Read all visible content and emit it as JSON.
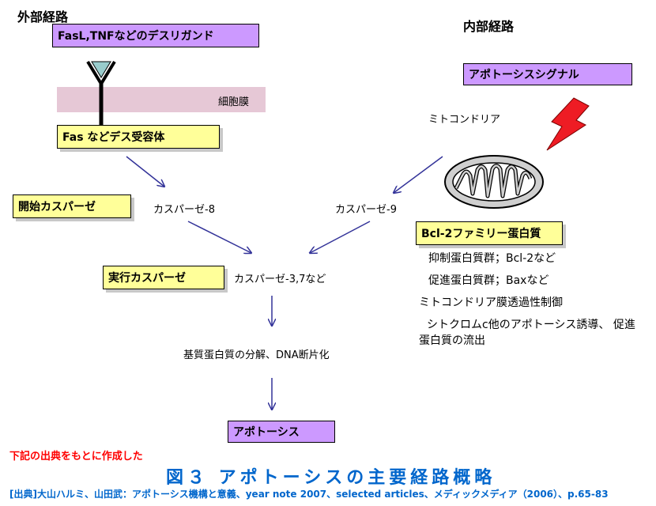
{
  "headings": {
    "extrinsic": "外部経路",
    "intrinsic": "内部経路"
  },
  "boxes": {
    "fasl": "FasL,TNFなどのデスリガンド",
    "apoptosis_signal": "アポトーシスシグナル",
    "fas_receptor": "Fas などデス受容体",
    "initiator": "開始カスパーゼ",
    "bcl2": "Bcl-2ファミリー蛋白質",
    "executioner": "実行カスパーゼ",
    "apoptosis": "アポトーシス"
  },
  "labels": {
    "membrane": "細胞膜",
    "mitochondria": "ミトコンドリア",
    "caspase8": "カスパーゼ-8",
    "caspase9": "カスパーゼ-9",
    "caspase37": "カスパーゼ-3,7など",
    "substrate": "基質蛋白質の分解、DNA断片化"
  },
  "bcl2_notes": {
    "suppress": "抑制蛋白質群；Bcl-2など",
    "promote": "促進蛋白質群；Baxなど",
    "permeability": "ミトコンドリア膜透過性制御",
    "cytc_line1": "シトクロムc他のアポトーシス誘導、 促進",
    "cytc_line2": "蛋白質の流出"
  },
  "footer": {
    "note": "下記の出典をもとに作成した",
    "figure_title": "図３ アポトーシスの主要経路概略",
    "citation": "[出典]大山ハルミ、山田武：アポトーシス機構と意義、year note 2007、selected articles、メディックメディア（2006）、p.65-83"
  },
  "colors": {
    "purple_box": "#cc99ff",
    "yellow_box": "#ffff99",
    "membrane": "#e6c8d6",
    "arrow": "#333399",
    "lightning": "#ee1c24",
    "receptor_tip": "#99cccc",
    "title_blue": "#0066cc",
    "note_red": "#ff0000"
  }
}
